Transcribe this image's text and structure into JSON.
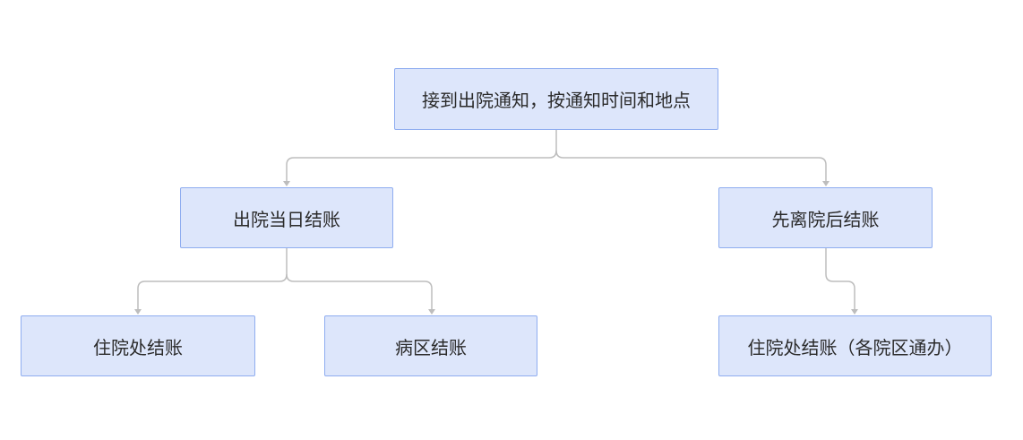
{
  "nodes": {
    "root": "接到出院通知，按通知时间和地点",
    "same_day": "出院当日结账",
    "leave_first": "先离院后结账",
    "inpatient_desk": "住院处结账",
    "ward": "病区结账",
    "inpatient_desk_any": "住院处结账（各院区通办）"
  },
  "colors": {
    "node_fill": "#dde6fb",
    "node_border": "#8fadf0",
    "edge": "#bdbdbd",
    "text": "#2b2b2b"
  }
}
